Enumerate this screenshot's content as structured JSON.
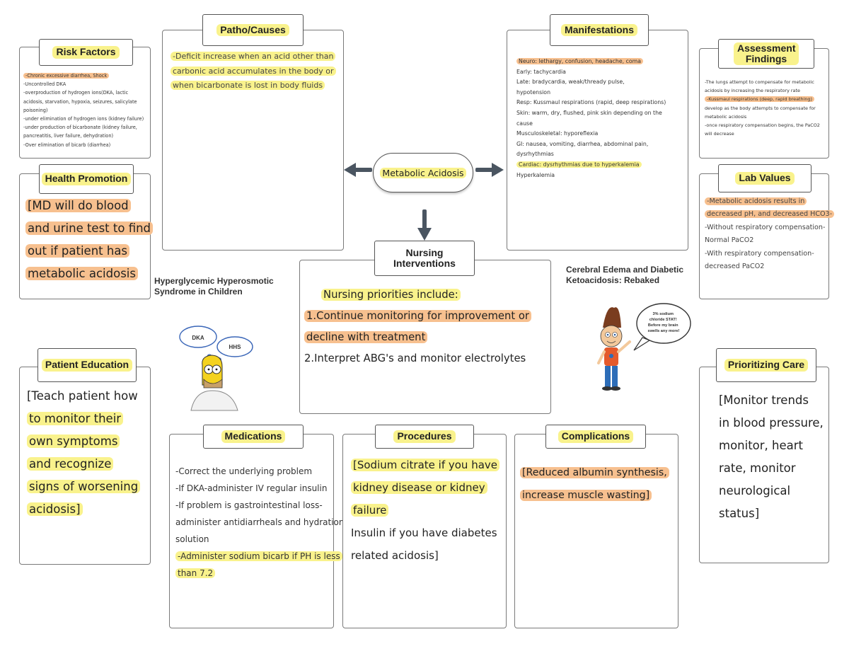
{
  "colors": {
    "highlight_yellow": "#f9f28c",
    "highlight_orange": "#f7c08f",
    "border": "#7a7a7a"
  },
  "center": {
    "label": "Metabolic Acidosis"
  },
  "risk_factors": {
    "title": "Risk Factors",
    "lines": [
      "-Chronic excessive diarrhea, Shock",
      "-Uncontrolled DKA",
      "-overproduction of hydrogen ions(DKA, lactic",
      "acidosis, starvation, hypoxia, seizures, salicylate",
      "poisoning)",
      "-under elimination of hydrogen ions (kidney failure)",
      "-under production of bicarbonate (kidney failure,",
      "pancreatitis, liver failure, dehydration)",
      "-Over elimination of bicarb (diarrhea)"
    ]
  },
  "patho": {
    "title": "Patho/Causes",
    "lines": [
      "-Deficit increase when an acid other than",
      "carbonic acid accumulates in the body or",
      "when bicarbonate is lost in body fluids"
    ]
  },
  "manifestations": {
    "title": "Manifestations",
    "lines": [
      "Neuro: lethargy, confusion, headache, coma",
      "Early: tachycardia",
      "Late: bradycardia, weak/thready pulse,",
      "hypotension",
      "Resp: Kussmaul respirations (rapid, deep respirations)",
      "Skin: warm, dry, flushed, pink skin depending on the",
      "cause",
      "Musculoskeletal: hyporeflexia",
      "GI: nausea, vomiting, diarrhea, abdominal pain,",
      "dysrhythmias",
      "Cardiac: dysrhythmias due to hyperkalemia",
      "Hyperkalemia"
    ]
  },
  "assessment": {
    "title": "Assessment Findings",
    "lines": [
      "-The lungs attempt to compensate for metabolic",
      "acidosis by increasing the respiratory rate",
      "-Kussmaul respirations (deep, rapid breathing)",
      "develop as the body attempts to compensate for",
      "metabolic acidosis",
      "-once respiratory compensation begins, the PaCO2",
      "will decrease"
    ]
  },
  "health_promotion": {
    "title": "Health Promotion",
    "lines": [
      "[MD will do blood",
      "and urine test to find",
      "out if patient has",
      "metabolic acidosis"
    ]
  },
  "lab_values": {
    "title": "Lab Values",
    "lines": [
      "-Metabolic acidosis results in",
      "decreased pH, and decreased HCO3-",
      "-Without respiratory compensation-",
      "Normal PaCO2",
      "-With respiratory compensation-",
      "decreased PaCO2"
    ]
  },
  "nursing": {
    "title": "Nursing Interventions",
    "lines": [
      "Nursing priorities include:",
      "1.Continue monitoring for improvement or",
      "decline with treatment",
      "2.Interpret ABG's and monitor electrolytes"
    ]
  },
  "captions": {
    "left": "Hyperglycemic Hyperosmotic Syndrome in Children",
    "right": "Cerebral Edema and Diabetic Ketoacidosis: Rebaked"
  },
  "cartoons": {
    "thought_1": "DKA",
    "thought_2": "HHS",
    "speech": "3% sodium chloride STAT! Before my brain swells any more!"
  },
  "patient_education": {
    "title": "Patient Education",
    "lines": [
      "[Teach patient how",
      "to monitor their",
      "own symptoms",
      "and recognize",
      "signs of worsening",
      "acidosis]"
    ]
  },
  "prioritizing": {
    "title": "Prioritizing Care",
    "lines": [
      "[Monitor trends",
      "in blood pressure,",
      "monitor, heart",
      "rate, monitor",
      "neurological",
      "status]"
    ]
  },
  "medications": {
    "title": "Medications",
    "lines": [
      "-Correct the underlying problem",
      "-If DKA-administer IV regular insulin",
      "-If problem is gastrointestinal loss-",
      "administer antidiarrheals and hydration",
      "solution",
      "-Administer sodium bicarb if PH is less",
      "than 7.2"
    ]
  },
  "procedures": {
    "title": "Procedures",
    "lines": [
      "[Sodium citrate if you have",
      "kidney disease or kidney",
      "failure",
      "Insulin if you have diabetes",
      "related acidosis]"
    ]
  },
  "complications": {
    "title": "Complications",
    "lines": [
      "[Reduced albumin synthesis,",
      "increase muscle wasting]"
    ]
  }
}
